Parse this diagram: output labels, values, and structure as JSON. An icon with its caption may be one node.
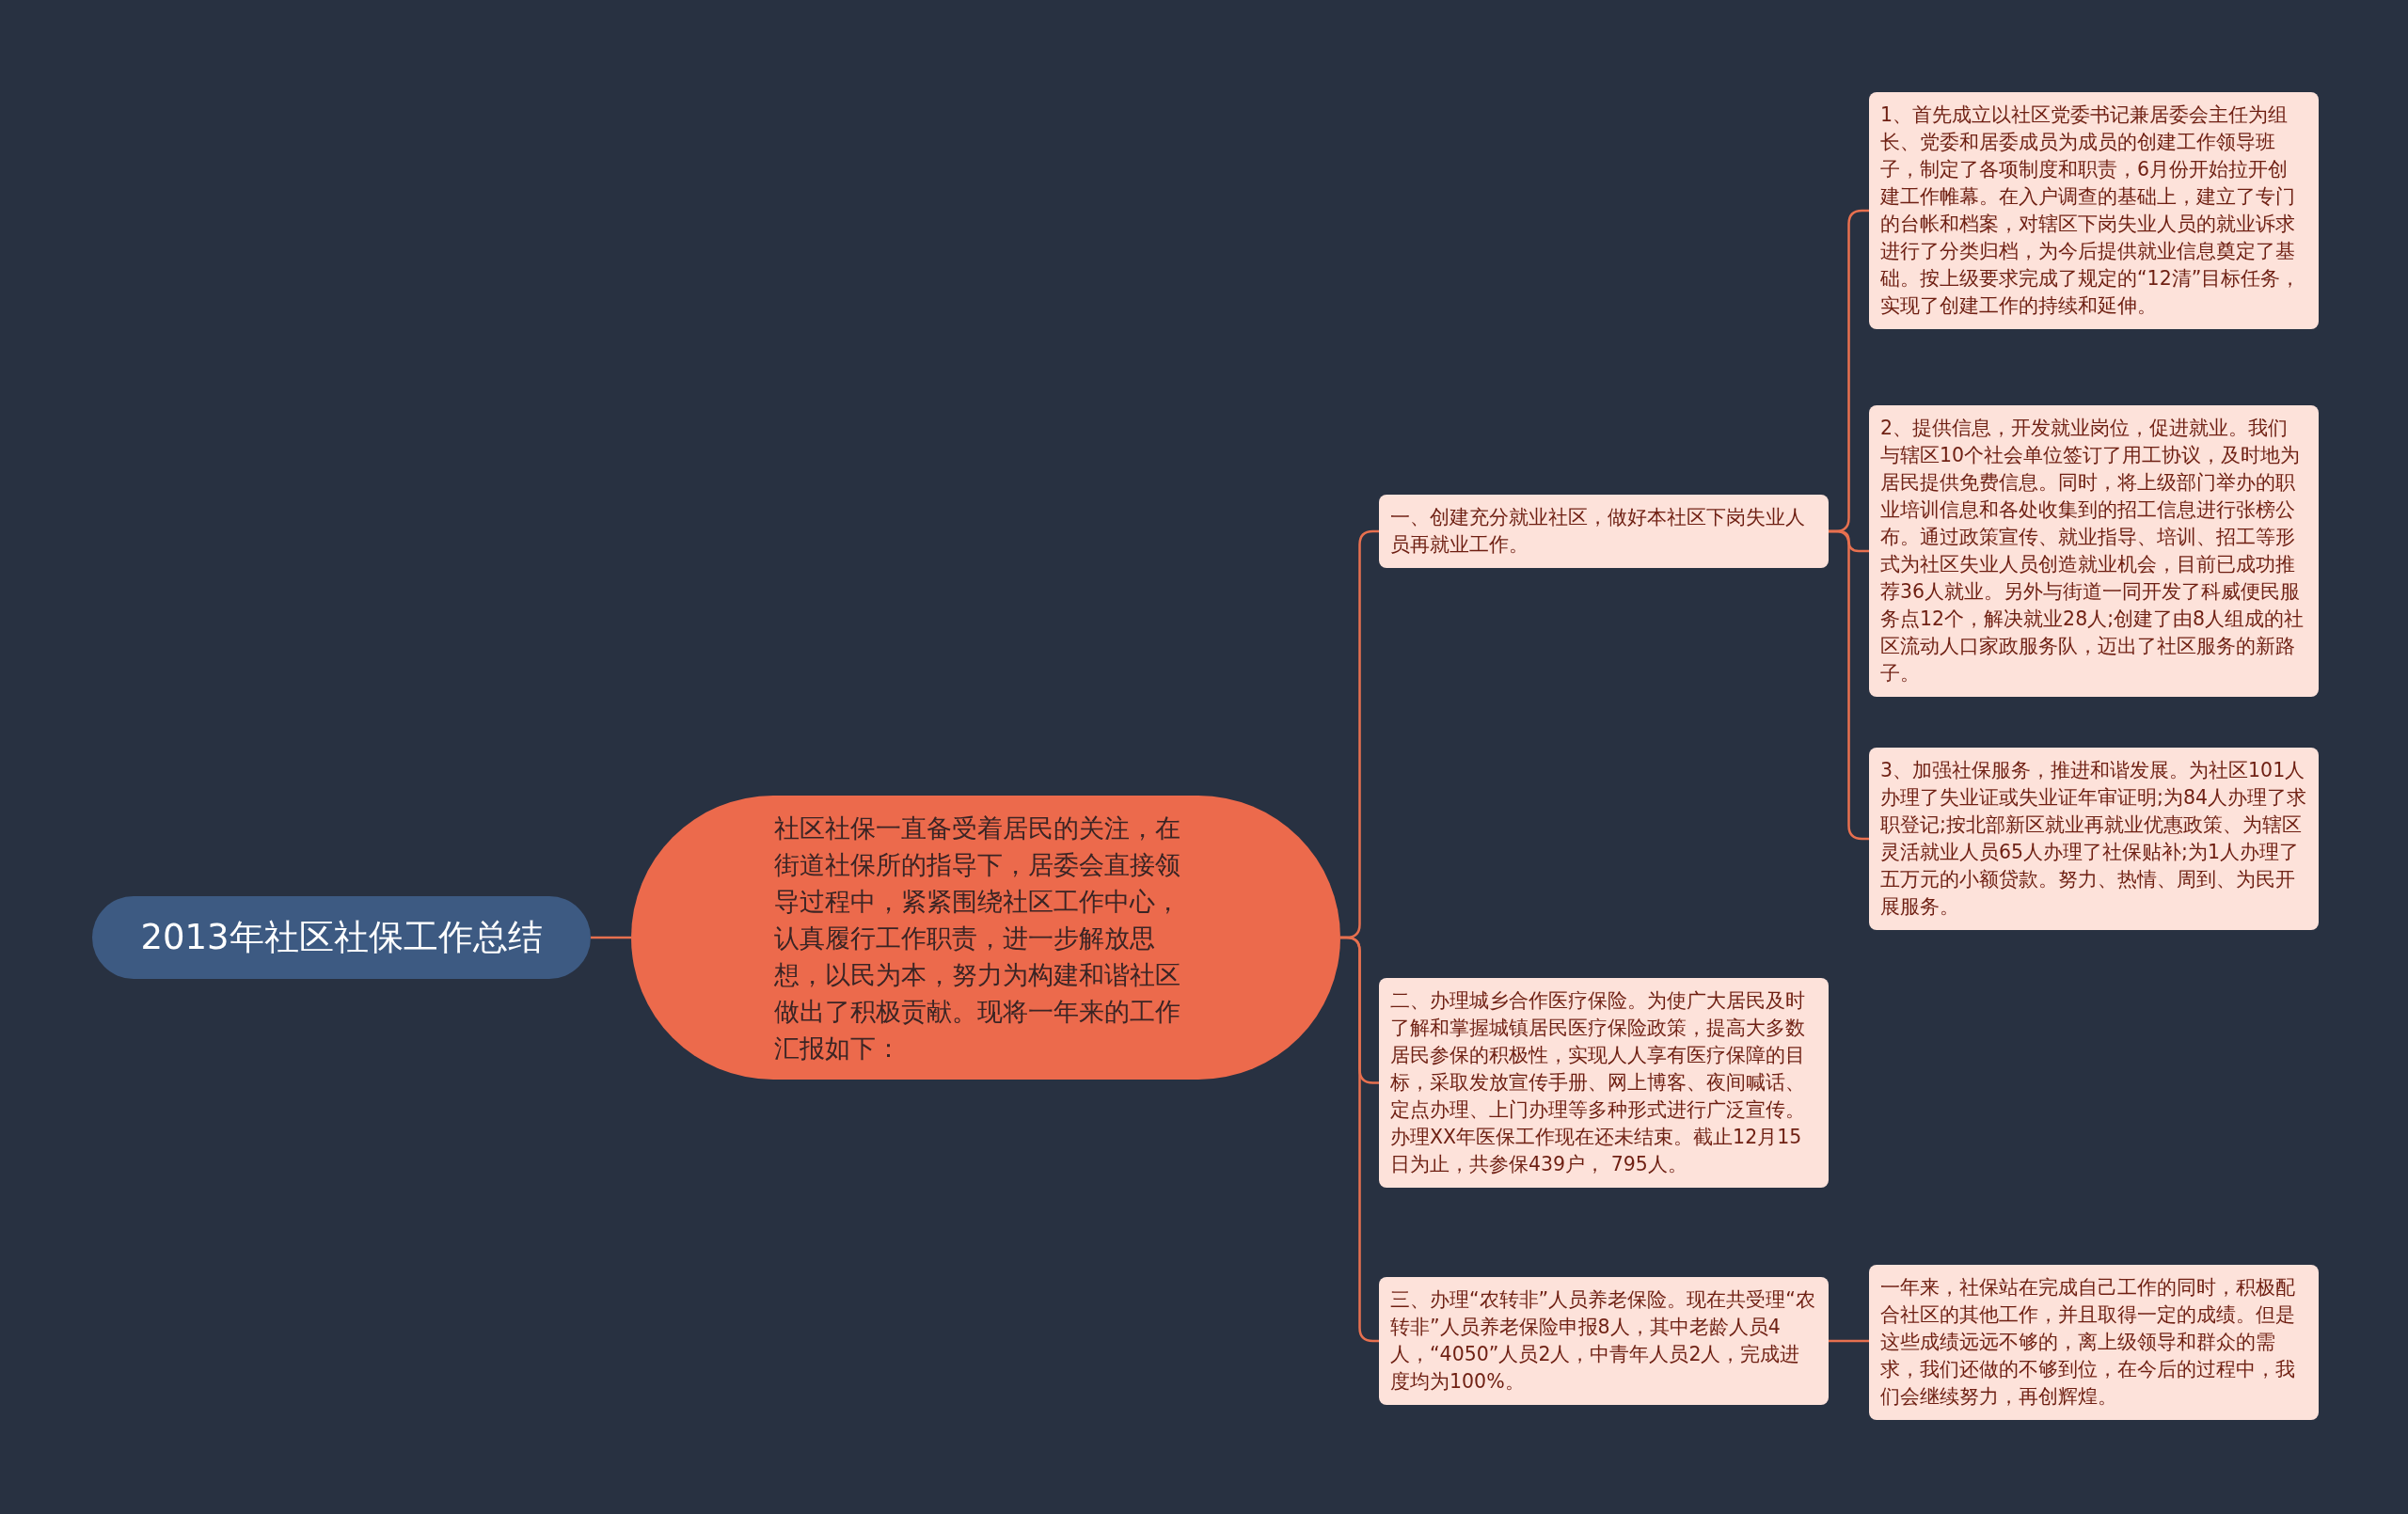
{
  "diagram": {
    "nodes": [
      {
        "text": [
          "2013年社区社保工作总结"
        ]
      },
      {
        "text": [
          "社区社保一直备受着居民的关注，在街道社保所的指导下，居委会直接领导过程中，紧紧围绕社区工作中心，认真履行工作职责，进一步解放思想，以民为本，努力为构建和谐社区做出了积极贡献。现将一年来的工作汇报如下："
        ]
      },
      {
        "text": [
          "一、创建充分就业社区，做好本社区下岗失业人员再就业工作。"
        ]
      },
      {
        "text": [
          "1、首先成立以社区党委书记兼居委会主任为组长、党委和居委成员为成员的创建工作领导班子，制定了各项制度和职责，6月份开始拉开创建工作帷幕。在入户调查的基础上，建立了专门的台帐和档案，对辖区下岗失业人员的就业诉求进行了分类归档，为今后提供就业信息奠定了基础。按上级要求完成了规定的“12清”目标任务，实现了创建工作的持续和延伸。"
        ]
      },
      {
        "text": [
          "2、提供信息，开发就业岗位，促进就业。我们与辖区10个社会单位签订了用工协议，及时地为居民提供免费信息。同时，将上级部门举办的职业培训信息和各处收集到的招工信息进行张榜公布。通过政策宣传、就业指导、培训、招工等形式为社区失业人员创造就业机会，目前已成功推荐36人就业。另外与街道一同开发了科威便民服务点12个，解决就业28人;创建了由8人组成的社区流动人口家政服务队，迈出了社区服务的新路子。"
        ]
      },
      {
        "text": [
          "3、加强社保服务，推进和谐发展。为社区101人办理了失业证或失业证年审证明;为84人办理了求职登记;按北部新区就业再就业优惠政策、为辖区灵活就业人员65人办理了社保贴补;为1人办理了五万元的小额贷款。努力、热情、周到、为民开展服务。"
        ]
      },
      {
        "text": [
          "二、办理城乡合作医疗保险。为使广大居民及时了解和掌握城镇居民医疗保险政策，提高大多数居民参保的积极性，实现人人享有医疗保障的目标，采取发放宣传手册、网上博客、夜间喊话、定点办理、上门办理等多种形式进行广泛宣传。办理XX年医保工作现在还未结束。截止12月15日为止，共参保439户， 795人。"
        ]
      },
      {
        "text": [
          "三、办理“农转非”人员养老保险。现在共受理“农转非”人员养老保险申报8人，其中老龄人员4人，“4050”人员2人，中青年人员2人，完成进度均为100%。"
        ]
      },
      {
        "text": [
          "一年来，社保站在完成自己工作的同时，积极配合社区的其他工作，并且取得一定的成绩。但是这些成绩远远不够的，离上级领导和群众的需求，我们还做的不够到位，在今后的过程中，我们会继续努力，再创辉煌。"
        ]
      }
    ],
    "edges": [
      {
        "from": 0,
        "to": 1,
        "arrow": "none"
      },
      {
        "from": 1,
        "to": 2,
        "arrow": "none"
      },
      {
        "from": 1,
        "to": 6,
        "arrow": "none"
      },
      {
        "from": 1,
        "to": 7,
        "arrow": "none"
      },
      {
        "from": 2,
        "to": 3,
        "arrow": "none"
      },
      {
        "from": 2,
        "to": 4,
        "arrow": "none"
      },
      {
        "from": 2,
        "to": 5,
        "arrow": "none"
      },
      {
        "from": 7,
        "to": 8,
        "arrow": "none"
      }
    ]
  }
}
